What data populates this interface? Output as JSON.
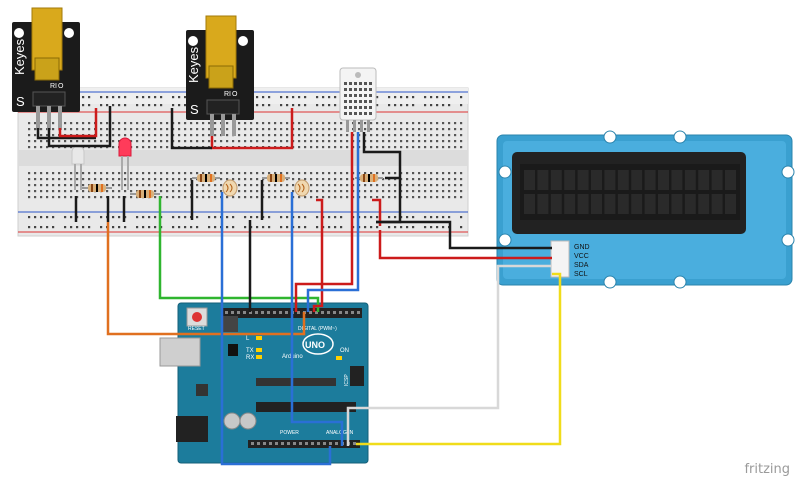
{
  "sensor_left": {
    "brand": "Keyes",
    "pin_s": "S",
    "pin_ri": "RI",
    "pin_o": "O"
  },
  "sensor_mid": {
    "brand": "Keyes",
    "pin_s": "S",
    "pin_ri": "RI",
    "pin_o": "O"
  },
  "lcd": {
    "pins": [
      "GND",
      "VCC",
      "SDA",
      "SCL"
    ]
  },
  "arduino": {
    "logo": "UNO",
    "brand": "Arduino",
    "reset_label": "RESET",
    "led_l": "L",
    "led_tx": "TX",
    "led_rx": "RX",
    "on_label": "ON",
    "icsp": "ICSP",
    "power": "POWER",
    "analog_in": "ANALOG IN",
    "digital": "DIGITAL (PWM~)"
  },
  "brand_watermark": "fritzing",
  "colors": {
    "breadboard": "#e8e8e8",
    "arduino_board": "#1c7c9c",
    "lcd_frame": "#3aa0d0",
    "wire_red": "#cc1b1b",
    "wire_black": "#1a1a1a",
    "wire_blue": "#2a6fd6",
    "wire_green": "#2fb52f",
    "wire_orange": "#e07020",
    "wire_yellow": "#f0dc1a",
    "wire_white": "#cfcfcf"
  }
}
